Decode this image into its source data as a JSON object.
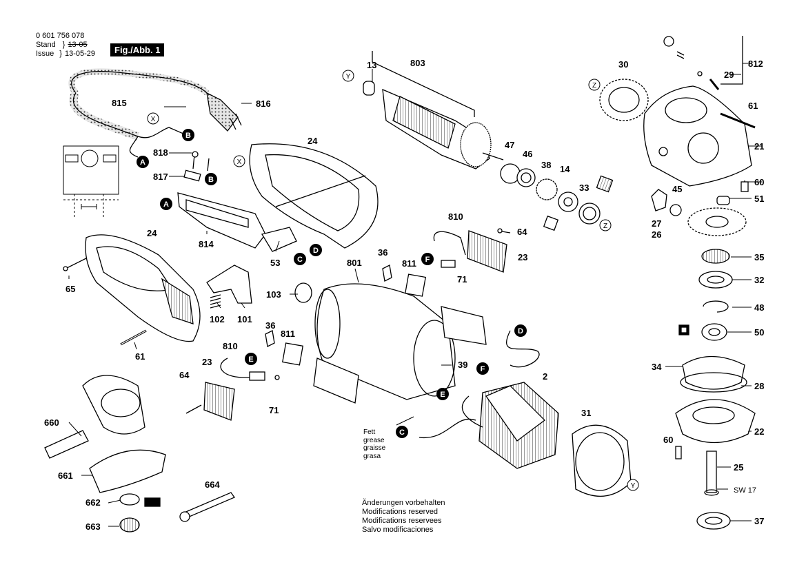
{
  "header": {
    "part_number": "0 601 756 078",
    "stand_label": "Stand",
    "issue_label": "Issue",
    "stand_value": "13-05",
    "issue_value": "13-05-29",
    "figure_tag": "Fig./Abb. 1"
  },
  "callouts": {
    "c13": "13",
    "c803": "803",
    "c812": "812",
    "c30": "30",
    "c29": "29",
    "c61a": "61",
    "c21": "21",
    "c60a": "60",
    "c51": "51",
    "c45": "45",
    "c27": "27",
    "c26": "26",
    "c35": "35",
    "c32": "32",
    "c48": "48",
    "c50": "50",
    "c34": "34",
    "c28": "28",
    "c22": "22",
    "c60b": "60",
    "c25": "25",
    "c37": "37",
    "sw17": "SW 17",
    "c47": "47",
    "c46": "46",
    "c38": "38",
    "c14": "14",
    "c33": "33",
    "c24a": "24",
    "c24b": "24",
    "c815": "815",
    "c816": "816",
    "c818": "818",
    "c817": "817",
    "c814": "814",
    "c53": "53",
    "c810a": "810",
    "c64a": "64",
    "c23a": "23",
    "c36a": "36",
    "c811a": "811",
    "c71a": "71",
    "c801": "801",
    "c103": "103",
    "c65": "65",
    "c102": "102",
    "c101": "101",
    "c61b": "61",
    "c36b": "36",
    "c811b": "811",
    "c810b": "810",
    "c23b": "23",
    "c64b": "64",
    "c71b": "71",
    "c39": "39",
    "c2": "2",
    "c31": "31",
    "c660": "660",
    "c661": "661",
    "c662": "662",
    "c663": "663",
    "c664": "664"
  },
  "markers": {
    "X": "X",
    "Y": "Y",
    "Z": "Z",
    "A": "A",
    "B": "B",
    "C": "C",
    "D": "D",
    "E": "E",
    "F": "F"
  },
  "grease_note": [
    "Fett",
    "grease",
    "graisse",
    "grasa"
  ],
  "modifications_note": [
    "Änderungen vorbehalten",
    "Modifications reserved",
    "Modifications reservees",
    "Salvo modificaciones"
  ]
}
